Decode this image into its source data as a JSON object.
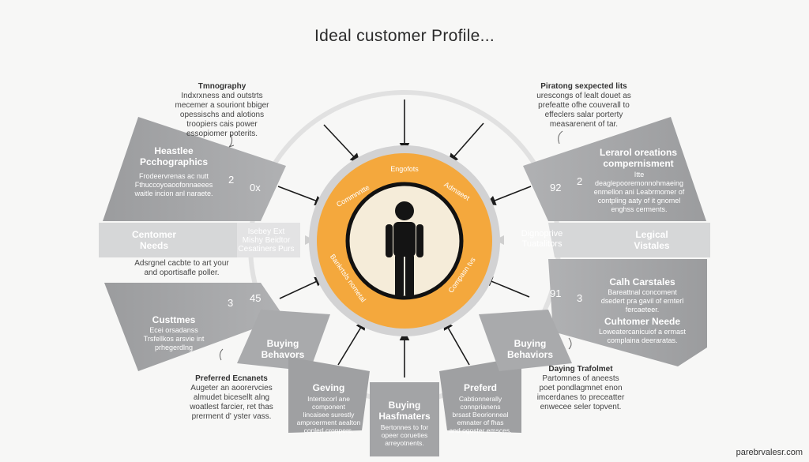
{
  "title": "Ideal customer Profile...",
  "footer": "parebrvalesr.com",
  "colors": {
    "orange": "#f4a83d",
    "panel": "#a7a8aa",
    "panel_dark": "#8f9092",
    "figure": "#111111",
    "inner": "#f5ecd9"
  },
  "ring": {
    "top": "Engofots",
    "upper_left": "Commnntte",
    "upper_right": "Admaeet",
    "lower_left": "Bankrtsls nometal",
    "lower_right": "Compasn tvs"
  },
  "top_left_note": {
    "heading": "Tmnography",
    "lines": [
      "Indxrxness and outstrts",
      "mecemer a souriont bbiger",
      "opessischs and alotions",
      "troopiers cais power",
      "essopiomer poterits."
    ]
  },
  "top_right_note": {
    "heading": "Piratong sexpected lits",
    "lines": [
      "urescongs of lealt douet as",
      "prefeatte ofhe couverall to",
      "effeclers salar porterty",
      "measarenent of tar."
    ]
  },
  "left_upper_panel": {
    "heading1": "Heastlee",
    "heading2": "Pcchographics",
    "lines": [
      "Frodeervrenas ac nutt",
      "Fthuccoyoaoofonnaeees",
      "waitle incion anl naraete."
    ],
    "num_a": "2",
    "num_b": "0x"
  },
  "left_band": {
    "heading": "Centomer",
    "heading2": "Needs",
    "mid_lines": [
      "Isebey Ext",
      "Mishy Beidtor",
      "Cesatiners Purs"
    ]
  },
  "left_note": {
    "lines": [
      "Adsrgnel cacbte to art your",
      "and oportisafle poller."
    ]
  },
  "left_lower_panel": {
    "heading": "Custtmes",
    "lines": [
      "Ecei orsadanss",
      "Trsfellkos arsvie int",
      "prhegerdlng"
    ],
    "num_a": "3",
    "num_b": "45"
  },
  "bottom_left_note": {
    "heading": "Preferred Ecnanets",
    "lines": [
      "Augeter an aoorervcies",
      "almudet bicesellt alng",
      "woatlest farcier, ret thas",
      "prerment d' yster vass."
    ]
  },
  "right_upper_panel": {
    "heading1": "Lerarol oreations",
    "heading2": "compernisment",
    "lines": [
      "Itte deaglepooremonnohmaeing",
      "enmellon ani Leabrmomer of",
      "contpling aaty of it gnomel",
      "enghss cerments."
    ],
    "num_a": "92",
    "num_b": "2"
  },
  "right_band": {
    "heading": "Legical",
    "heading2": "Vistales",
    "outer_lines": [
      "Dignoprive",
      "Tuatalitors"
    ]
  },
  "right_lower_panel": {
    "heading": "Calh Carstales",
    "lines": [
      "Bareattnal concoment",
      "dsedert pra gavil of ernterl",
      "fercaeteer."
    ],
    "heading2": "Cuhtomer Neede",
    "lines2": [
      "Loweatercanicuiof a ermast",
      "complaina deeraratas."
    ],
    "num_a": "91",
    "num_b": "3"
  },
  "bottom_right_note": {
    "heading": "Daying Trafolmet",
    "lines": [
      "Partomnes of aneests",
      "poet pondlagmnet enon",
      "imcerdanes to preceatter",
      "enwecee seler topvent."
    ]
  },
  "segments": {
    "buying_behaviors_left": {
      "h1": "Buying",
      "h2": "Behavors"
    },
    "geving": {
      "h1": "Geving",
      "lines": [
        "Intertscorl ane",
        "component",
        "lincaisee surestly",
        "amproerment aealton",
        "conlerl cronpers."
      ]
    },
    "buying_center": {
      "h1": "Buying",
      "h2": "Hasfmaters",
      "lines": [
        "Bertonnes to for",
        "opeer corueties",
        "arreyotnents."
      ]
    },
    "preferd": {
      "h1": "Preferd",
      "lines": [
        "Cabtionnerally",
        "connprianens",
        "brsast Beorionneal",
        "emnater of fhas",
        "and ogoster emsces."
      ]
    },
    "buying_behaviors_right": {
      "h1": "Buying",
      "h2": "Behaviors"
    }
  }
}
